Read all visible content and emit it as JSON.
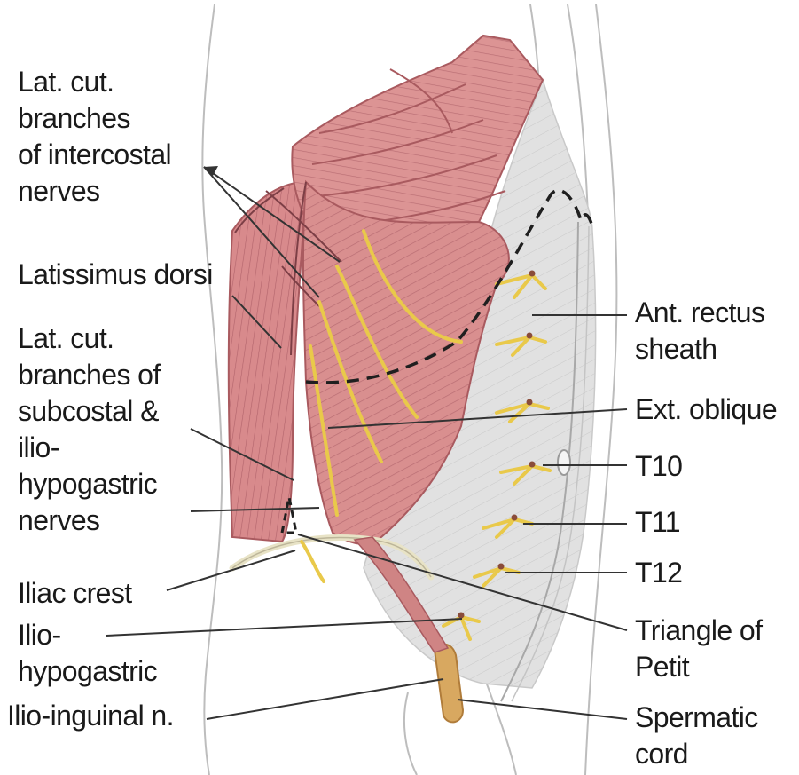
{
  "labels": {
    "lat_cut_intercostal": [
      "Lat. cut.",
      "branches",
      "of intercostal",
      "nerves"
    ],
    "latissimus_dorsi": "Latissimus dorsi",
    "lat_cut_subcostal": [
      "Lat. cut.",
      "branches of",
      "subcostal &",
      "ilio-",
      "hypogastric",
      "nerves"
    ],
    "iliac_crest": "Iliac crest",
    "iliohypogastric": [
      "Ilio-",
      "hypogastric"
    ],
    "ilioinguinal": "Ilio-inguinal n.",
    "ant_rectus_sheath": [
      "Ant. rectus",
      "sheath"
    ],
    "ext_oblique": "Ext. oblique",
    "t10": "T10",
    "t11": "T11",
    "t12": "T12",
    "triangle_of_petit": [
      "Triangle of",
      "Petit"
    ],
    "spermatic_cord": [
      "Spermatic",
      "cord"
    ]
  },
  "colors": {
    "muscle": "#d98f8f",
    "muscle_dark": "#a95a5f",
    "nerve": "#e9c94a",
    "sheath": "#dcdcdc",
    "skin_outline": "#bdbdbd",
    "spermatic_cord": "#d8a860",
    "leader": "#333333"
  }
}
